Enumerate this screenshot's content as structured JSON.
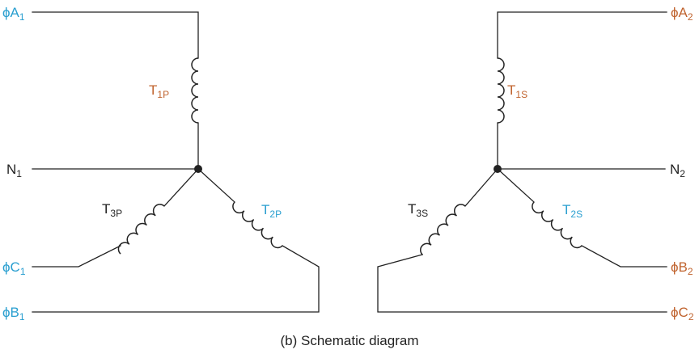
{
  "colors": {
    "cyan": "#2a9fd0",
    "orange": "#c0632e",
    "black": "#222222"
  },
  "primary": {
    "terminals": {
      "phiA": {
        "main": "ϕA",
        "sub": "1"
      },
      "neutral": {
        "main": "N",
        "sub": "1"
      },
      "phiC": {
        "main": "ϕC",
        "sub": "1"
      },
      "phiB": {
        "main": "ϕB",
        "sub": "1"
      }
    },
    "windings": {
      "t1": {
        "main": "T",
        "sub": "1P"
      },
      "t2": {
        "main": "T",
        "sub": "2P"
      },
      "t3": {
        "main": "T",
        "sub": "3P"
      }
    }
  },
  "secondary": {
    "terminals": {
      "phiA": {
        "main": "ϕA",
        "sub": "2"
      },
      "neutral": {
        "main": "N",
        "sub": "2"
      },
      "phiB": {
        "main": "ϕB",
        "sub": "2"
      },
      "phiC": {
        "main": "ϕC",
        "sub": "2"
      }
    },
    "windings": {
      "t1": {
        "main": "T",
        "sub": "1S"
      },
      "t2": {
        "main": "T",
        "sub": "2S"
      },
      "t3": {
        "main": "T",
        "sub": "3S"
      }
    }
  },
  "caption": "(b) Schematic diagram"
}
